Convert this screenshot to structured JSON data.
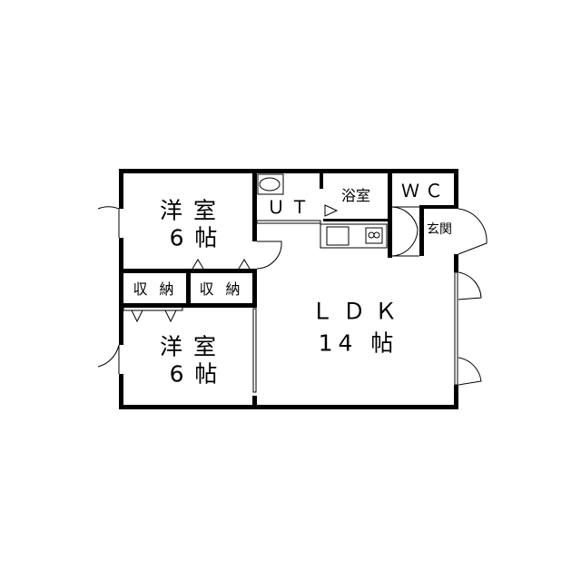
{
  "floorplan": {
    "rooms": [
      {
        "id": "western-room-1",
        "name": "洋 室",
        "size": "6 帖"
      },
      {
        "id": "western-room-2",
        "name": "洋 室",
        "size": "6 帖"
      },
      {
        "id": "ldk",
        "name": "ＬＤＫ",
        "size": "14 帖"
      },
      {
        "id": "utility",
        "name": "ＵＴ"
      },
      {
        "id": "bathroom",
        "name": "浴室"
      },
      {
        "id": "toilet",
        "name": "ＷＣ"
      },
      {
        "id": "entrance",
        "name": "玄関"
      },
      {
        "id": "storage-1",
        "name": "収 納"
      },
      {
        "id": "storage-2",
        "name": "収 納"
      }
    ],
    "wall_color": "#000000",
    "background": "#ffffff"
  }
}
